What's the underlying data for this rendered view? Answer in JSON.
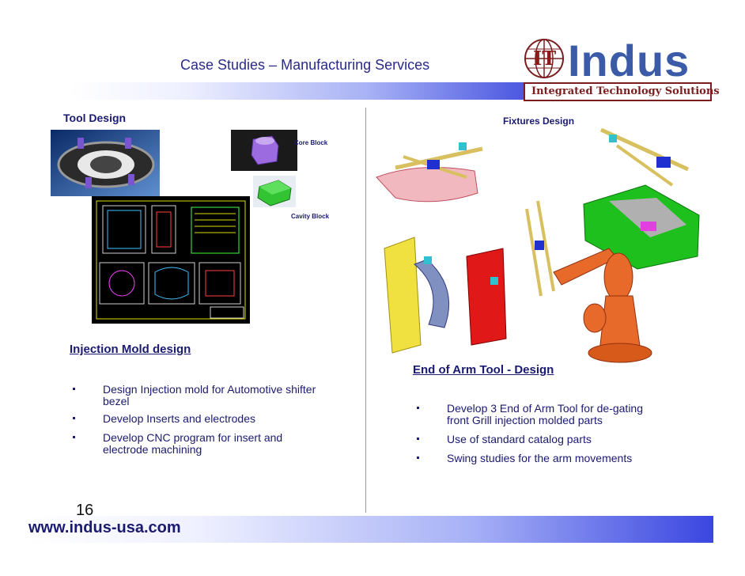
{
  "header": {
    "title": "Case Studies – Manufacturing Services",
    "logo_word": "Indus",
    "logo_letters": "IT",
    "logo_tagline": "Integrated Technology Solutions"
  },
  "left": {
    "tool_design_label": "Tool Design",
    "core_block_label": "Core Block",
    "cavity_block_label": "Cavity Block",
    "heading": "Injection Mold design",
    "bullets": [
      "Design Injection mold for Automotive shifter bezel",
      "Develop Inserts and electrodes",
      "Develop CNC program for insert and electrode machining"
    ]
  },
  "right": {
    "fixtures_label": "Fixtures Design",
    "heading": "End of Arm Tool -  Design",
    "bullets": [
      "Develop 3 End of Arm Tool for de-gating front Grill injection molded parts",
      "Use of standard catalog parts",
      "Swing studies for the arm movements"
    ]
  },
  "footer": {
    "page_number": "16",
    "url": "www.indus-usa.com"
  },
  "colors": {
    "heading_text": "#1a1a70",
    "title_text": "#2a2a8a",
    "logo_blue": "#3b5aa8",
    "logo_red": "#7a1f1f",
    "bar_blue": "#3a46e0"
  }
}
